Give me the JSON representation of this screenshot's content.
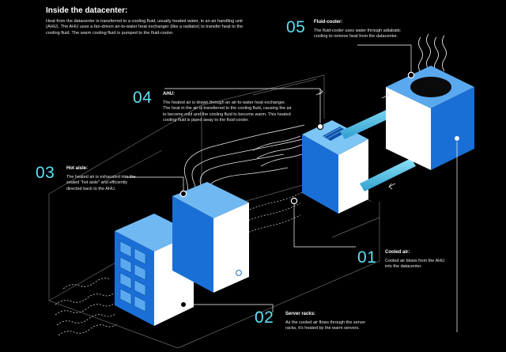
{
  "title": "Inside the datacenter:",
  "intro": "Heat from the datacenter is transferred to a cooling fluid, usually treated water, in an air handling unit (AHU). The AHU uses a fan-driven air-to-water heat exchanger (like a radiator) to transfer heat to the cooling fluid. The warm cooling fluid is pumped to the fluid-cooler.",
  "steps": [
    {
      "number": "01",
      "title": "Cooled air:",
      "desc": "Cooled air blows from the AHU into the datacenter."
    },
    {
      "number": "02",
      "title": "Server racks:",
      "desc": "As the cooled air flows through the server racks, it's heated by the warm servers."
    },
    {
      "number": "03",
      "title": "Hot aisle:",
      "desc": "The heated air is exhausted into the sealed \"hot aisle\" and efficiently directed back to the AHU."
    },
    {
      "number": "04",
      "title": "AHU:",
      "desc": "The heated air is drawn through an air-to-water heat exchanger. The heat in the air is transferred to the cooling fluid, causing the air to become cold and the cooling fluid to become warm. This heated cooling fluid is piped away to the fluid-cooler."
    },
    {
      "number": "05",
      "title": "Fluid-cooler:",
      "desc": "The fluid-cooler uses water through adiabatic cooling to remove heat from the datacenter."
    }
  ],
  "colors": {
    "accent": "#5ee0f5",
    "box_blue": "#1a6fd6",
    "box_blue_light": "#4aa3f0",
    "box_white": "#ffffff",
    "pipe": "#57c3e6",
    "background": "#000000"
  }
}
